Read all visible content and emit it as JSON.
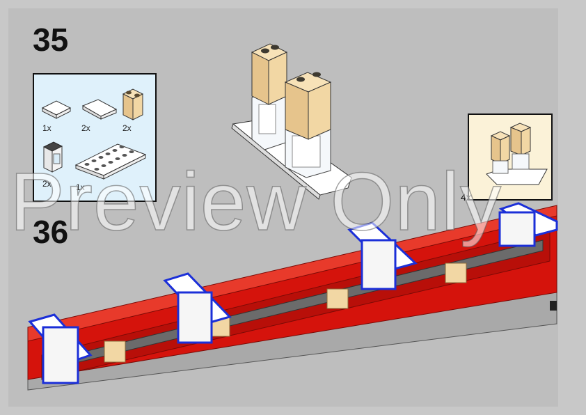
{
  "steps": {
    "first": "35",
    "second": "36"
  },
  "parts_list": {
    "items": [
      {
        "qty": "1x",
        "icon": "tile-2x2-white-icon"
      },
      {
        "qty": "2x",
        "icon": "curved-slope-white-icon"
      },
      {
        "qty": "2x",
        "icon": "brick-1x2x2-tan-icon"
      },
      {
        "qty": "2x",
        "icon": "window-frame-icon"
      },
      {
        "qty": "1x",
        "icon": "plate-2x6-white-icon"
      }
    ]
  },
  "callout": {
    "qty": "4x"
  },
  "watermark": "Preview Only",
  "colors": {
    "page_bg": "#bebebe",
    "parts_bg": "#dff1fb",
    "callout_bg": "#fbf2d8",
    "brick_red": "#d5130c",
    "tan": "#f2d7a4",
    "highlight_blue": "#1b2fd8"
  }
}
